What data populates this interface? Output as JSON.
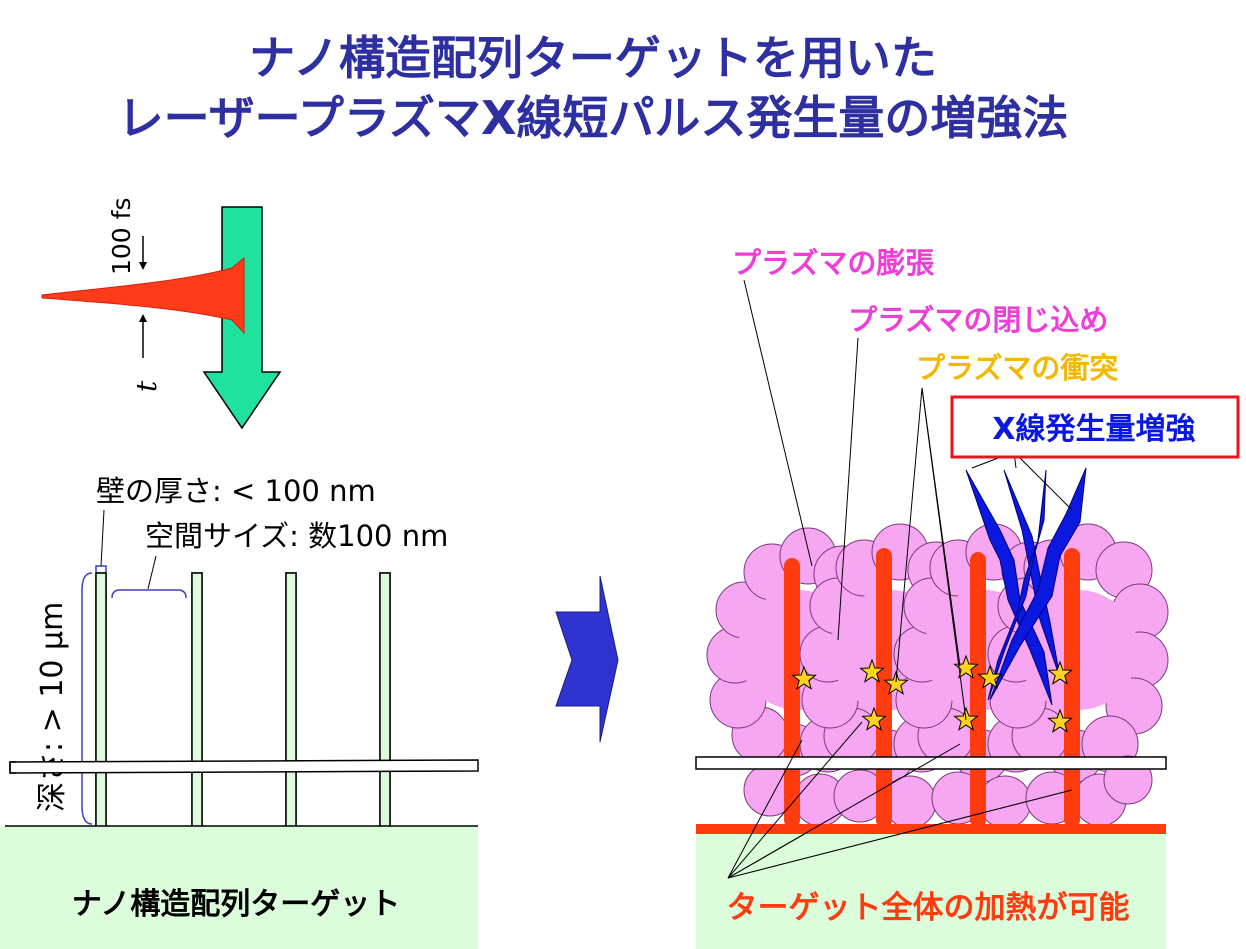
{
  "title": {
    "line1": "ナノ構造配列ターゲットを用いた",
    "line2": "レーザープラズマX線短パルス発生量の増強法"
  },
  "laser": {
    "pulse_width_label": "100 fs",
    "time_label": "t"
  },
  "left_panel": {
    "wall_thickness_label": "壁の厚さ: < 100 nm",
    "space_size_label": "空間サイズ: 数100 nm",
    "depth_label": "深さ: > 10 μm",
    "target_caption": "ナノ構造配列ターゲット"
  },
  "right_panel": {
    "plasma_expansion_label": "プラズマの膨張",
    "plasma_confinement_label": "プラズマの閉じ込め",
    "plasma_collision_label": "プラズマの衝突",
    "xray_enhancement_label": "X線発生量増強",
    "target_heating_caption": "ターゲット全体の加熱が可能"
  },
  "colors": {
    "title": "#2e2fa0",
    "laser_arrow": "#1ee29e",
    "pulse": "#ff3b1a",
    "wall_fill": "#dcfadc",
    "substrate": "#dcfddc",
    "plasma_fill": "#f7a6f2",
    "plasma_label": "#ee3ed8",
    "collision_label": "#f4b800",
    "xray_blue": "#0a18e0",
    "heated_wall": "#ff3b10",
    "transition_arrow": "#2f33d0",
    "enhance_box_border": "#e8141e",
    "star_fill": "#ffd21e"
  }
}
